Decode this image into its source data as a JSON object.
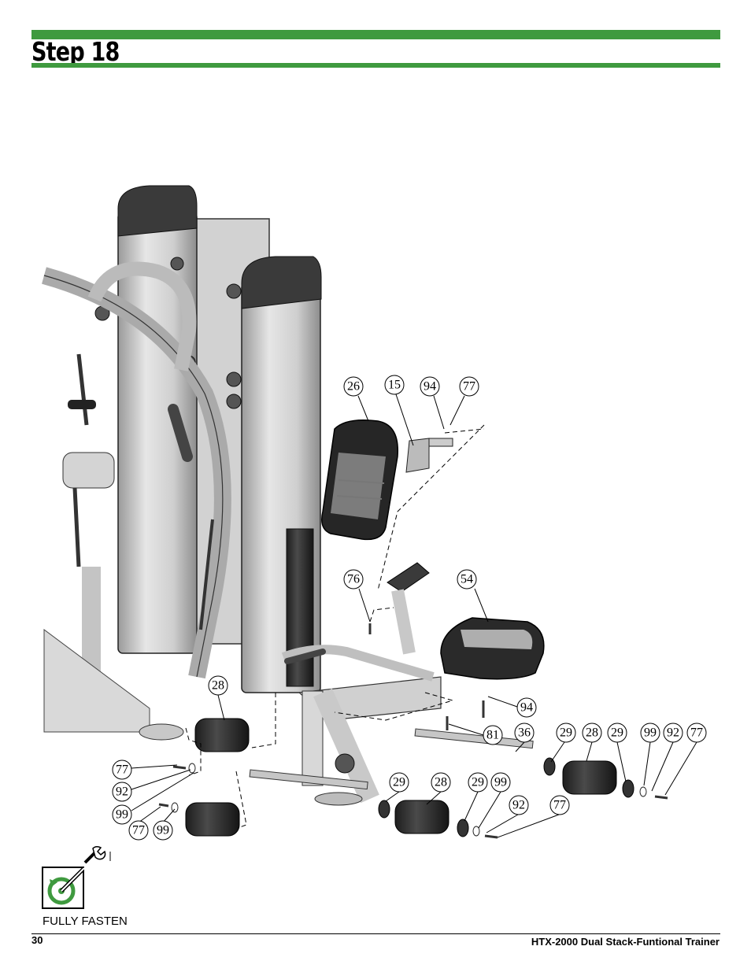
{
  "header": {
    "title": "Step 18",
    "accent_color": "#3f9a3f"
  },
  "diagram": {
    "callouts": [
      "26",
      "15",
      "94",
      "77",
      "76",
      "54",
      "28",
      "94",
      "81",
      "36",
      "29",
      "28",
      "29",
      "99",
      "92",
      "77",
      "77",
      "92",
      "99",
      "29",
      "28",
      "29",
      "99",
      "92",
      "77",
      "77",
      "99"
    ]
  },
  "legend": {
    "icon": "wrench-tighten-icon",
    "label": "FULLY FASTEN"
  },
  "footer": {
    "page_number": "30",
    "product_title": "HTX-2000 Dual Stack-Funtional Trainer"
  }
}
